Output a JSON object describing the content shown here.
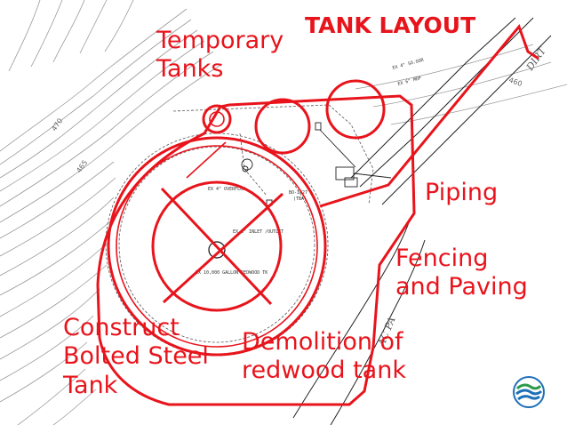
{
  "slide": {
    "title": "TANK LAYOUT",
    "accent_color": "#e8141c"
  },
  "labels": {
    "temporary_tanks_line1": "Temporary",
    "temporary_tanks_line2": "Tanks",
    "piping": "Piping",
    "fencing_line1": "Fencing",
    "fencing_line2": "and Paving",
    "construct_line1": "Construct",
    "construct_line2": "Bolted Steel",
    "construct_line3": "Tank",
    "demolition_line1": "Demolition of",
    "demolition_line2": "redwood tank"
  },
  "plan": {
    "contour_labels": [
      "470",
      "465",
      "460"
    ],
    "road_labels": [
      "DIRT",
      "AC PA"
    ],
    "notes": [
      "EX 4\" OVERFLOW",
      "EX 6\" INLET /OUTLET",
      "EX 10,000 GALLON REDWOOD TK",
      "EX 4\" SO.OOR",
      "EX 6\" MDP",
      "BO-1427",
      "(TBA)"
    ]
  },
  "logo": {
    "icon": "water-wave-logo-icon"
  }
}
